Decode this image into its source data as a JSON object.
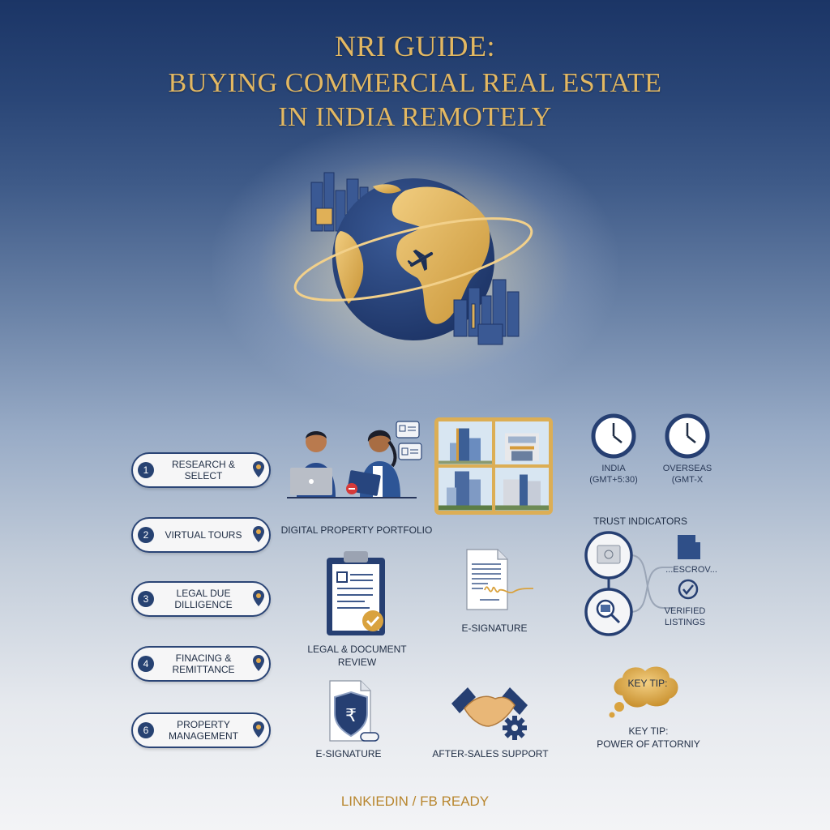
{
  "header": {
    "line1": "NRI GUIDE:",
    "line2": "BUYING COMMERCIAL REAL ESTATE",
    "line3": "IN INDIA REMOTELY"
  },
  "hero": {
    "icons": [
      "globe-icon",
      "airplane-icon",
      "orbit-ring",
      "city-skyline-left",
      "city-skyline-right"
    ]
  },
  "steps": [
    {
      "number": "1",
      "label": "RESEARCH & SELECT"
    },
    {
      "number": "2",
      "label": "VIRTUAL TOURS"
    },
    {
      "number": "3",
      "label": "LEGAL DUE DILLIGENCE"
    },
    {
      "number": "4",
      "label": "FINACING & REMITTANCE"
    },
    {
      "number": "6",
      "label": "PROPERTY MANAGEMENT"
    }
  ],
  "center": {
    "portfolio_caption": "DIGITAL PROPERTY PORTFOLIO",
    "legal_caption_1": "LEGAL & DOCUMENT",
    "legal_caption_2": "REVIEW",
    "esign_caption": "E-SIGNATURE",
    "secure_caption": "E-SIGNATURE",
    "support_caption": "AFTER-SALES SUPPORT"
  },
  "clocks": [
    {
      "label": "INDIA",
      "sub": "(GMT+5:30)"
    },
    {
      "label": "OVERSEAS",
      "sub": "(GMT-X"
    }
  ],
  "trust": {
    "title": "TRUST INDICATORS",
    "escrow": "...ESCROV...",
    "verified_1": "VERIFIED",
    "verified_2": "LISTINGS"
  },
  "tip": {
    "bubble": "KEY TIP:",
    "line1": "KEY TIP:",
    "line2": "POWER OF ATTORNIY"
  },
  "footer": {
    "label": "LINKIEDIN / FB READY"
  },
  "colors": {
    "navy": "#1b3566",
    "gold": "#e3b862",
    "pill_border": "#2b4576"
  }
}
